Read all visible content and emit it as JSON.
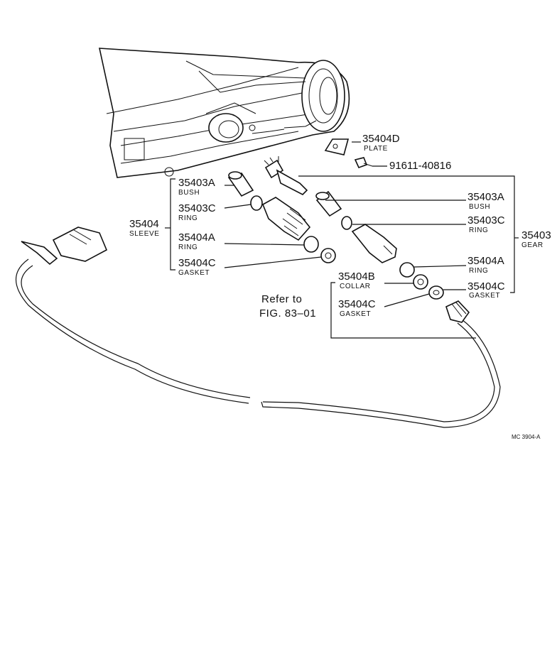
{
  "callouts": {
    "plate": {
      "part_no": "35404D",
      "name": "PLATE"
    },
    "bolt": {
      "part_no": "91611-40816"
    },
    "bush_left": {
      "part_no": "35403A",
      "name": "BUSH"
    },
    "ring_c_left": {
      "part_no": "35403C",
      "name": "RING"
    },
    "sleeve": {
      "part_no": "35404",
      "name": "SLEEVE"
    },
    "ring_a_left": {
      "part_no": "35404A",
      "name": "RING"
    },
    "gasket_left": {
      "part_no": "35404C",
      "name": "GASKET"
    },
    "bush_right": {
      "part_no": "35403A",
      "name": "BUSH"
    },
    "ring_c_right": {
      "part_no": "35403C",
      "name": "RING"
    },
    "gear": {
      "part_no": "35403",
      "name": "GEAR"
    },
    "ring_a_right": {
      "part_no": "35404A",
      "name": "RING"
    },
    "collar": {
      "part_no": "35404B",
      "name": "COLLAR"
    },
    "gasket_right": {
      "part_no": "35404C",
      "name": "GASKET"
    },
    "gasket_mid": {
      "part_no": "35404C",
      "name": "GASKET"
    }
  },
  "reference": {
    "line1": "Refer to",
    "line2": "FIG. 83–01"
  },
  "figure_code": "MC 3904-A"
}
